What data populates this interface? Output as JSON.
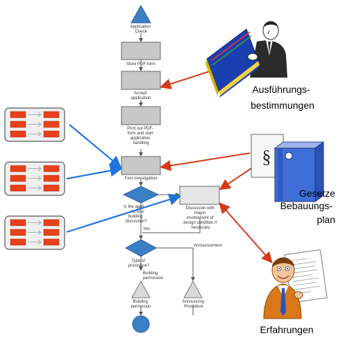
{
  "flow": {
    "application_check": [
      "Application",
      "Check"
    ],
    "store_pdf_form": "Store PDF-form",
    "accept_application": [
      "Accept",
      "application"
    ],
    "print_pdf": [
      "Print out PDF-",
      "form and start",
      "application",
      "handling"
    ],
    "first_investigation": "First investigation",
    "decision_building_discussion": [
      "Is the appli...",
      "...ed to a",
      "building",
      "discussion?"
    ],
    "discussion_box": [
      "Discussion with",
      "mayor",
      "involvement of",
      "design condition if",
      "necessary"
    ],
    "yes_label": "Yes",
    "type_of_procedure": [
      "Type of",
      "procedure?"
    ],
    "announcement_label": "Announcement",
    "building_permission_branch": [
      "Building",
      "permission"
    ],
    "building_permission": [
      "Building",
      "permission"
    ],
    "announcing_procedure": [
      "Announcing",
      "Procedure"
    ]
  },
  "sources": {
    "execution_rules": [
      "Ausführungs-",
      "bestimmungen"
    ],
    "laws": "Gesetze",
    "development_plan": [
      "Bebauungs-",
      "plan"
    ],
    "experience": "Erfahrungen",
    "paragraph_symbol": "§"
  },
  "colors": {
    "flow_box": "#c8c8c8",
    "decision_diamond": "#3b7fc4",
    "red_arrow": "#d43a1a",
    "blue_arrow": "#1e74e0",
    "mini_block": "#e8401c",
    "binder_blue": "#3f6fd6"
  }
}
